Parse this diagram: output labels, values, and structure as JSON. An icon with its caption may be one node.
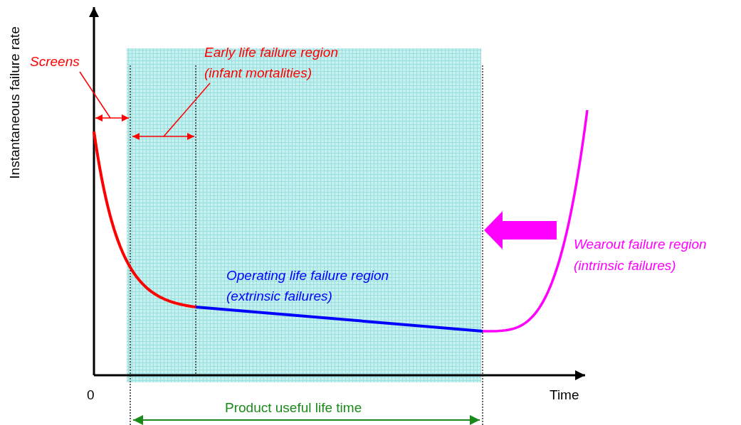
{
  "diagram": {
    "nodes": [
      {
        "text": [
          "Screens"
        ]
      },
      {
        "text": [
          "Early life failure region",
          "(infant mortalities)"
        ]
      }
    ],
    "edges": [
      {
        "from": 0,
        "to": null,
        "arrow": "none"
      },
      {
        "from": 1,
        "to": null,
        "arrow": "none"
      }
    ],
    "labels": [
      "Instantaneous failure rate",
      "Operating life failure region",
      "(extrinsic failures)",
      "Wearout failure region",
      "(intrinsic failures)",
      "0",
      "Time",
      "Product useful life time"
    ]
  }
}
